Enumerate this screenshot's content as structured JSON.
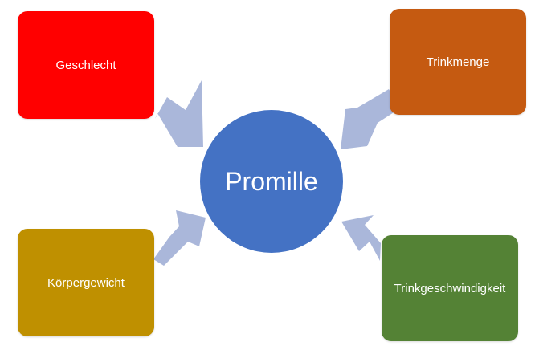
{
  "colors": {
    "arrow": "#AAB7DA",
    "hub": "#4472C4",
    "geschlecht": "#FF0000",
    "trinkmenge": "#C55A11",
    "koerpergewicht": "#BF9000",
    "trinkgeschwindigkeit": "#548235"
  },
  "diagram": {
    "center": {
      "label": "Promille"
    },
    "factors": [
      {
        "label": "Geschlecht"
      },
      {
        "label": "Trinkmenge"
      },
      {
        "label": "Körpergewicht"
      },
      {
        "label": "Trinkgeschwindigkeit"
      }
    ]
  }
}
